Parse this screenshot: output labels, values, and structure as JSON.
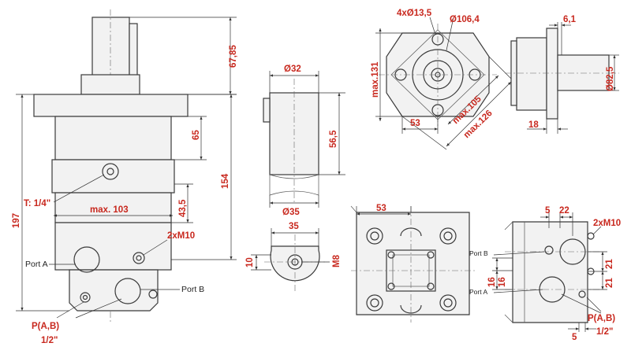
{
  "side_view": {
    "dim_shaft": "67,85",
    "dim_height_total": "197",
    "dim_upper": "65",
    "dim_mid": "154",
    "dim_port": "43,5",
    "dim_width": "max. 103",
    "thread_t": "T: 1/4\"",
    "port_a": "Port A",
    "port_b": "Port B",
    "thread_m": "2xM10",
    "port_p": "P(A,B)",
    "port_size": "1/2\""
  },
  "shaft_view": {
    "dim_d32": "Ø32",
    "dim_56": "56,5",
    "dim_d35": "Ø35"
  },
  "end_view": {
    "dim_35": "35",
    "dim_10": "10",
    "dim_m8": "M8"
  },
  "flange_view": {
    "holes": "4xØ13,5",
    "dim_d106": "Ø106,4",
    "dim_131": "max.131",
    "dim_105": "max.105",
    "dim_126": "max.126",
    "dim_53": "53"
  },
  "flange_side": {
    "dim_61": "6,1",
    "dim_d82": "Ø82,5",
    "dim_18": "18"
  },
  "bottom_view": {
    "dim_53": "53"
  },
  "port_view": {
    "dim_5a": "5",
    "dim_22": "22",
    "thread_m": "2xM10",
    "port_b": "Port B",
    "port_a": "Port A",
    "dim_16a": "16",
    "dim_16b": "16",
    "dim_21a": "21",
    "dim_21b": "21",
    "port_p": "P(A,B)",
    "port_size": "1/2\"",
    "dim_5b": "5"
  }
}
